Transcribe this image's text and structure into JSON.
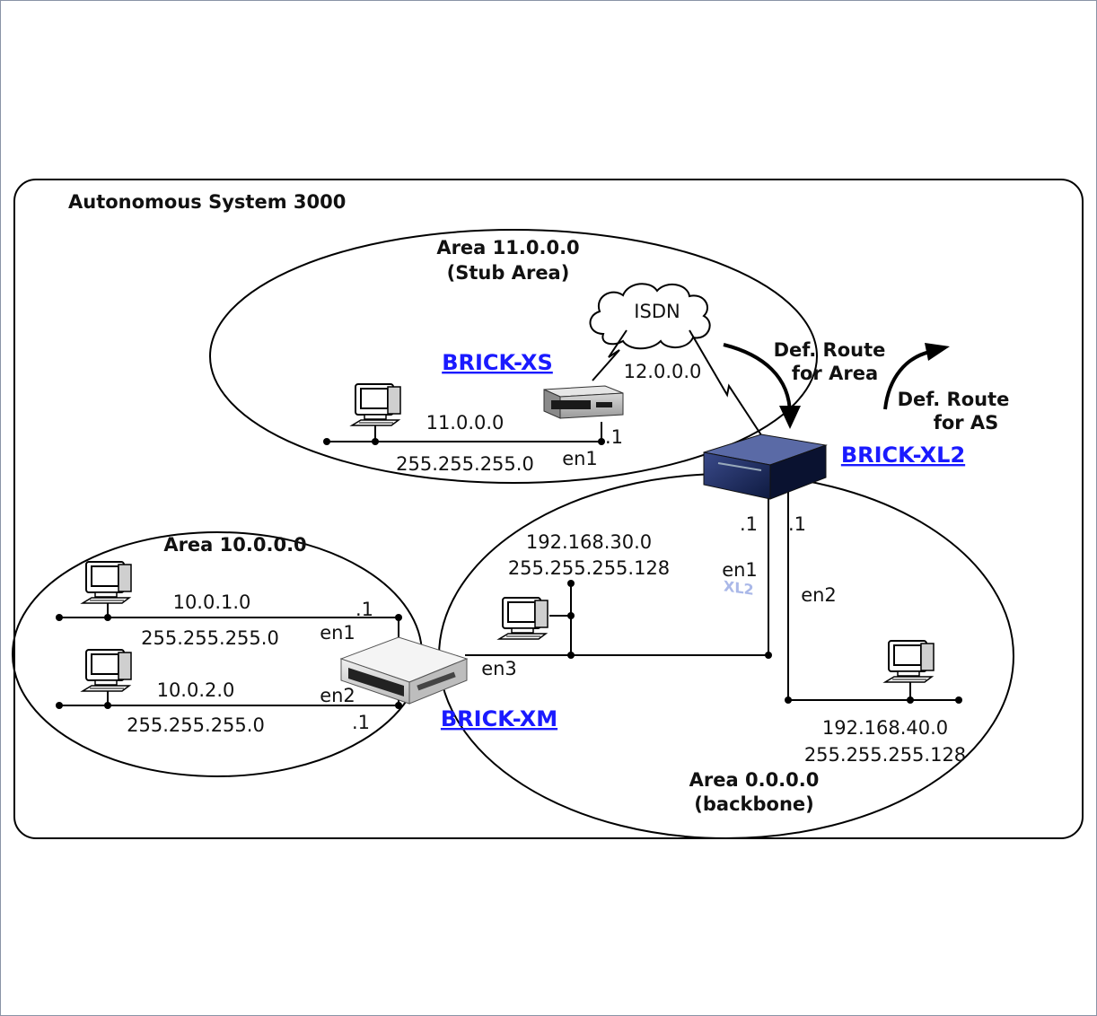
{
  "as_title": "Autonomous System 3000",
  "areas": {
    "stub": {
      "name": "Area 11.0.0.0",
      "sub": "(Stub Area)"
    },
    "area10": {
      "name": "Area 10.0.0.0"
    },
    "backbone": {
      "name": "Area 0.0.0.0",
      "sub": "(backbone)"
    }
  },
  "routers": {
    "xs": "BRICK-XS",
    "xl2": "BRICK-XL2",
    "xm": "BRICK-XM"
  },
  "isdn": {
    "label": "ISDN",
    "net": "12.0.0.0"
  },
  "def_route_area": {
    "line1": "Def. Route",
    "line2": "for Area"
  },
  "def_route_as": {
    "line1": "Def. Route",
    "line2": "for AS"
  },
  "networks": {
    "n11": {
      "addr": "11.0.0.0",
      "mask": "255.255.255.0",
      "iface": "en1",
      "host": ".1"
    },
    "n10_1": {
      "addr": "10.0.1.0",
      "mask": "255.255.255.0",
      "iface": "en1",
      "host": ".1"
    },
    "n10_2": {
      "addr": "10.0.2.0",
      "mask": "255.255.255.0",
      "iface": "en2",
      "host": ".1"
    },
    "n30": {
      "addr": "192.168.30.0",
      "mask": "255.255.255.128",
      "iface": "en1",
      "host": ".1",
      "xm_iface": "en3"
    },
    "n40": {
      "addr": "192.168.40.0",
      "mask": "255.255.255.128",
      "iface": "en2",
      "host": ".1"
    }
  }
}
